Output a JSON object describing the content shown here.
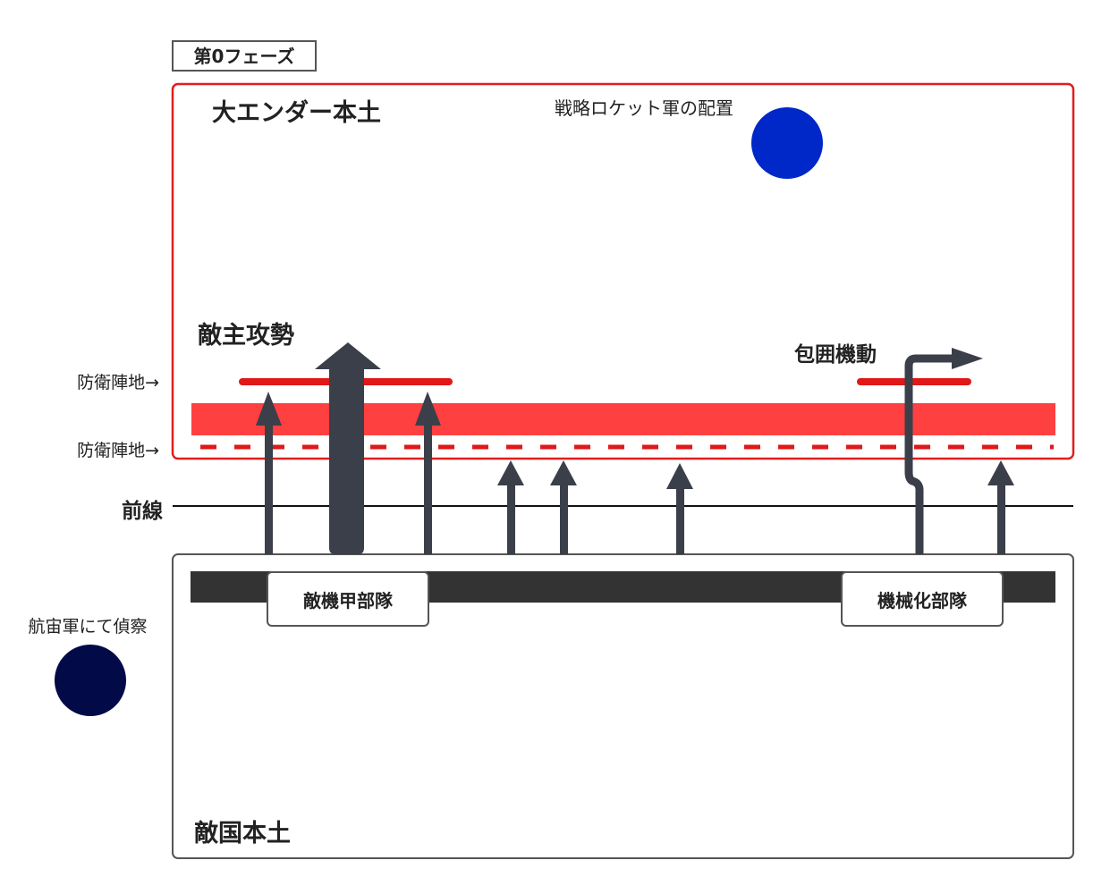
{
  "phase_label": "第0フェーズ",
  "own_territory": {
    "title": "大エンダー本土",
    "rocket_label": "戦略ロケット軍の配置"
  },
  "enemy_territory": {
    "title": "敵国本土"
  },
  "side_labels": {
    "defense_line_1": "防衛陣地→",
    "defense_line_2": "防衛陣地→",
    "front_line": "前線",
    "recon": "航宙軍にて偵察"
  },
  "annotations": {
    "main_attack": "敵主攻勢",
    "envelopment": "包囲機動"
  },
  "units": {
    "armored": "敵機甲部隊",
    "mechanized": "機械化部隊"
  },
  "colors": {
    "own_border": "#e11d1d",
    "defense_band": "#ff4040",
    "defense_line": "#e01818",
    "arrow": "#3a3f4a",
    "enemy_bar": "#333333",
    "rocket_marker": "#0028c8",
    "recon_marker": "#030a48"
  }
}
